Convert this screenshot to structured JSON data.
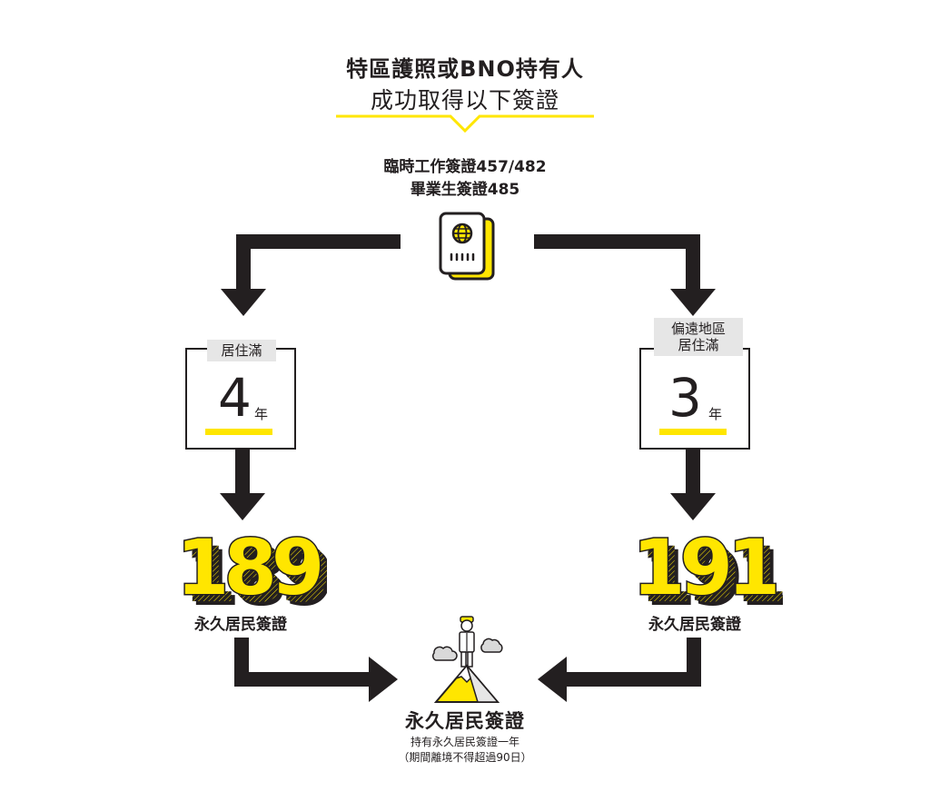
{
  "header": {
    "title_line1": "特區護照或BNO持有人",
    "title_line2": "成功取得以下簽證"
  },
  "initial_visas": {
    "line1": "臨時工作簽證457/482",
    "line2": "畢業生簽證485"
  },
  "left_path": {
    "condition": "居住滿",
    "years": "4",
    "unit": "年",
    "visa_code": "189",
    "visa_name": "永久居民簽證"
  },
  "right_path": {
    "condition_line1": "偏遠地區",
    "condition_line2": "居住滿",
    "years": "3",
    "unit": "年",
    "visa_code": "191",
    "visa_name": "永久居民簽證"
  },
  "final": {
    "title": "永久居民簽證",
    "note_line1": "持有永久居民簽證一年",
    "note_line2": "（期間離境不得超過90日）"
  },
  "colors": {
    "accent_yellow": "#ffe600",
    "ink": "#231f20",
    "label_gray": "#e6e6e6"
  },
  "icons": {
    "passport": "passport-globe-icon",
    "summit": "person-on-mountain-icon"
  }
}
